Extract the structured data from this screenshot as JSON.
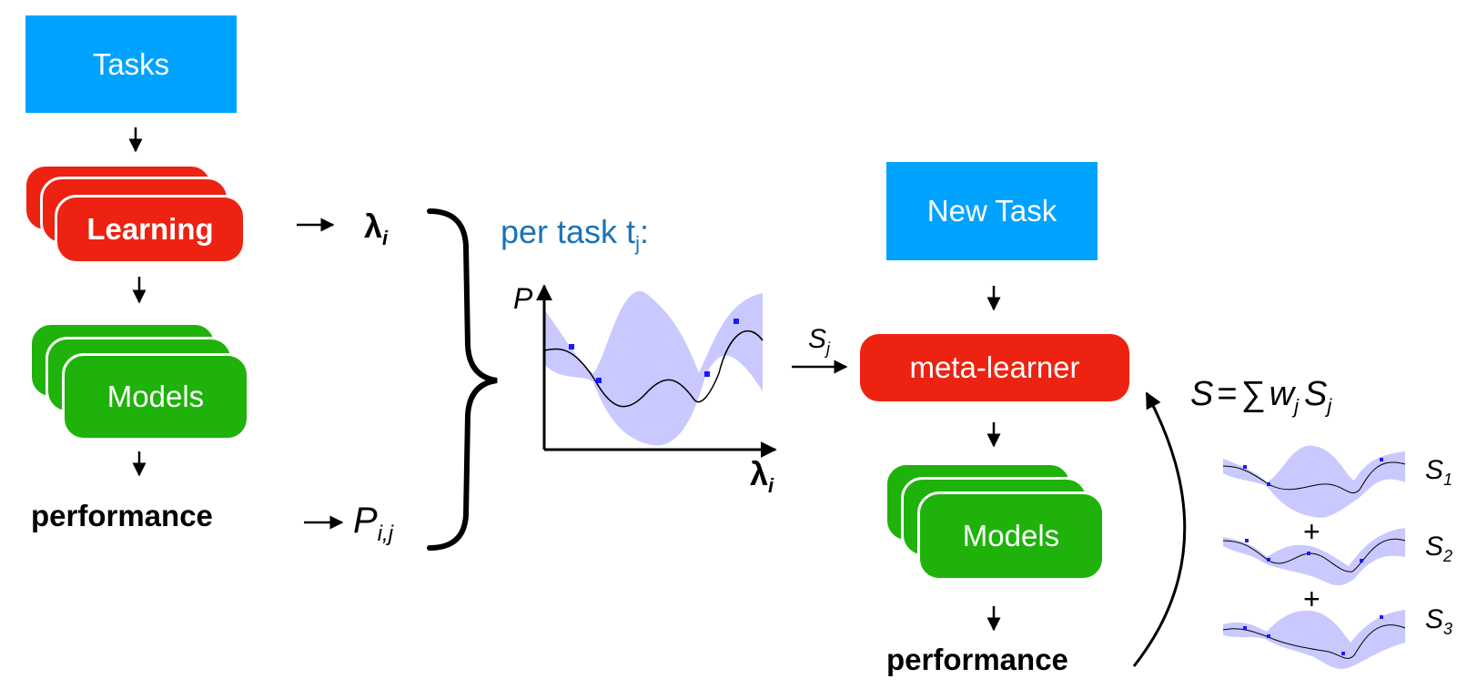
{
  "colors": {
    "task_blue": "#00a2ff",
    "learner_red": "#ee2211",
    "model_green": "#1fb20b",
    "band_lavender": "#c9c9ff",
    "label_blue": "#1a73b8",
    "point_blue": "#1a1aff"
  },
  "left": {
    "tasks": "Tasks",
    "learning": "Learning",
    "models": "Models",
    "performance": "performance",
    "lambda": "λ",
    "lambda_sub": "i",
    "p": "P",
    "p_sub": "i,j"
  },
  "middle": {
    "per_task": "per task t",
    "per_task_sub": "j",
    "per_task_colon": ":",
    "y_axis": "P",
    "x_axis": "λ",
    "x_axis_sub": "i",
    "arrow_label": "S",
    "arrow_label_sub": "j"
  },
  "right": {
    "new_task": "New Task",
    "meta_learner": "meta-learner",
    "models": "Models",
    "performance": "performance",
    "formula_s": "S",
    "formula_eq": "=",
    "formula_sum": "∑",
    "formula_w": "w",
    "formula_j1": "j",
    "formula_s2": "S",
    "formula_j2": "j",
    "mini": [
      {
        "label": "S",
        "sub": "1"
      },
      {
        "label": "S",
        "sub": "2"
      },
      {
        "label": "S",
        "sub": "3"
      }
    ],
    "plus": "+"
  }
}
